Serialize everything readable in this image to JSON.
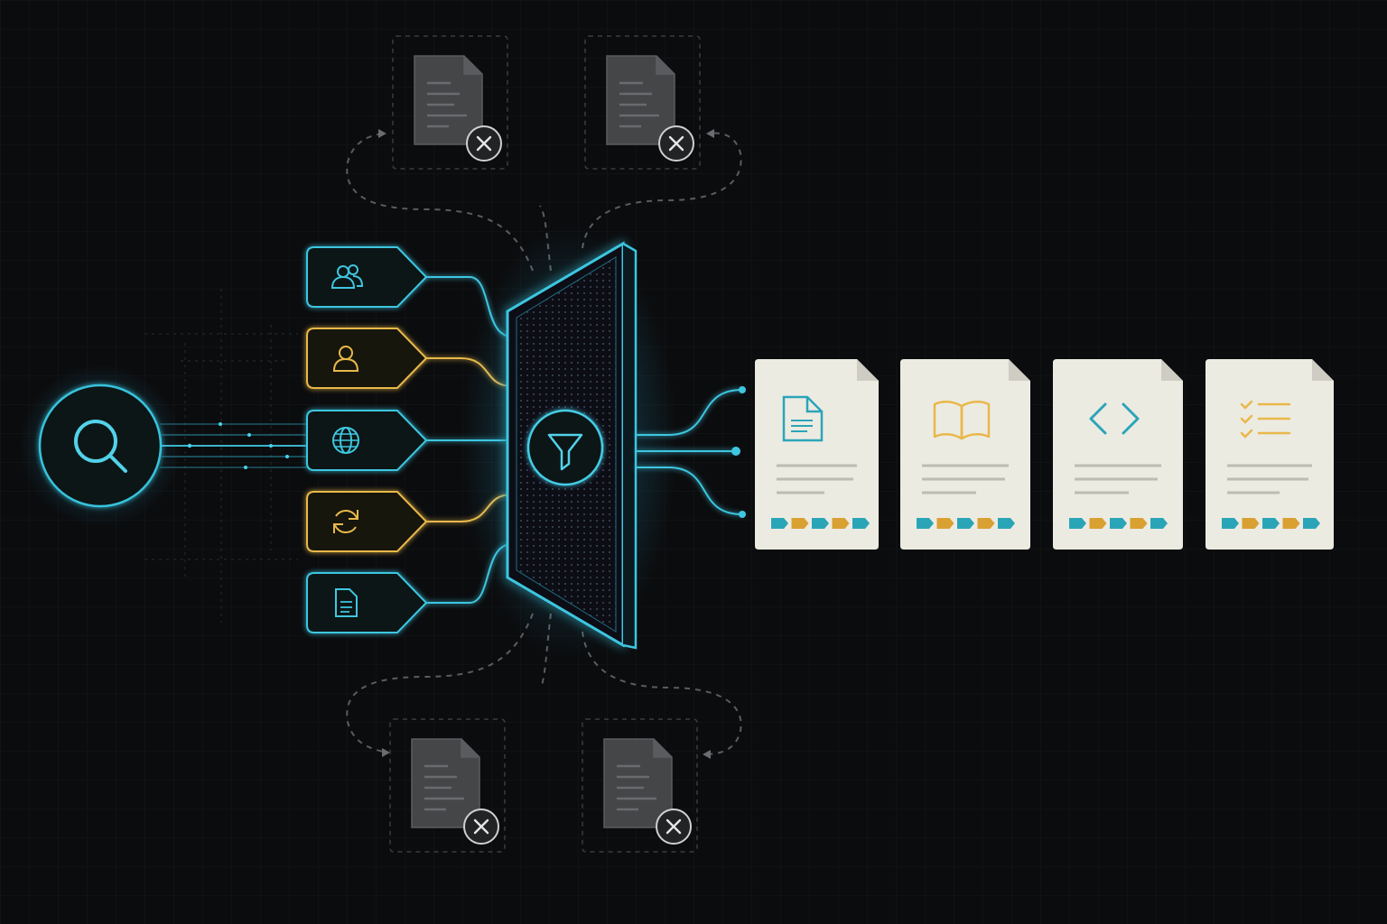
{
  "colors": {
    "background": "#0b0c0e",
    "grid": "#15181c",
    "cyan": "#3ec6e0",
    "cyan_glow": "#2fd0ff",
    "amber": "#e8b84a",
    "card_bg": "#ecebe2",
    "card_line": "#bdbbb2",
    "tag_teal": "#2aa5b8",
    "tag_amber": "#d9a032",
    "rejected_doc": "#4a4b4d",
    "dashed": "#5a5c60"
  },
  "search": {
    "icon": "search-icon"
  },
  "filters": [
    {
      "id": "group",
      "icon": "users-icon",
      "accent": "cyan"
    },
    {
      "id": "person",
      "icon": "user-icon",
      "accent": "amber"
    },
    {
      "id": "web",
      "icon": "globe-icon",
      "accent": "cyan"
    },
    {
      "id": "refresh",
      "icon": "refresh-icon",
      "accent": "amber"
    },
    {
      "id": "doc",
      "icon": "document-icon",
      "accent": "cyan"
    }
  ],
  "funnel": {
    "icon": "filter-funnel-icon"
  },
  "rejected": [
    {
      "position": "top-left",
      "icon": "close-icon"
    },
    {
      "position": "top-right",
      "icon": "close-icon"
    },
    {
      "position": "bottom-left",
      "icon": "close-icon"
    },
    {
      "position": "bottom-right",
      "icon": "close-icon"
    }
  ],
  "results": [
    {
      "id": "text-doc",
      "icon": "text-document-icon",
      "icon_color": "cyan",
      "tags": [
        "teal",
        "amber",
        "teal",
        "amber",
        "teal"
      ]
    },
    {
      "id": "book",
      "icon": "open-book-icon",
      "icon_color": "amber",
      "tags": [
        "teal",
        "amber",
        "teal",
        "amber",
        "teal"
      ]
    },
    {
      "id": "code",
      "icon": "code-brackets-icon",
      "icon_color": "cyan",
      "tags": [
        "teal",
        "amber",
        "teal",
        "amber",
        "teal"
      ]
    },
    {
      "id": "checklist",
      "icon": "checklist-icon",
      "icon_color": "amber",
      "tags": [
        "teal",
        "amber",
        "teal",
        "amber",
        "teal"
      ]
    }
  ]
}
